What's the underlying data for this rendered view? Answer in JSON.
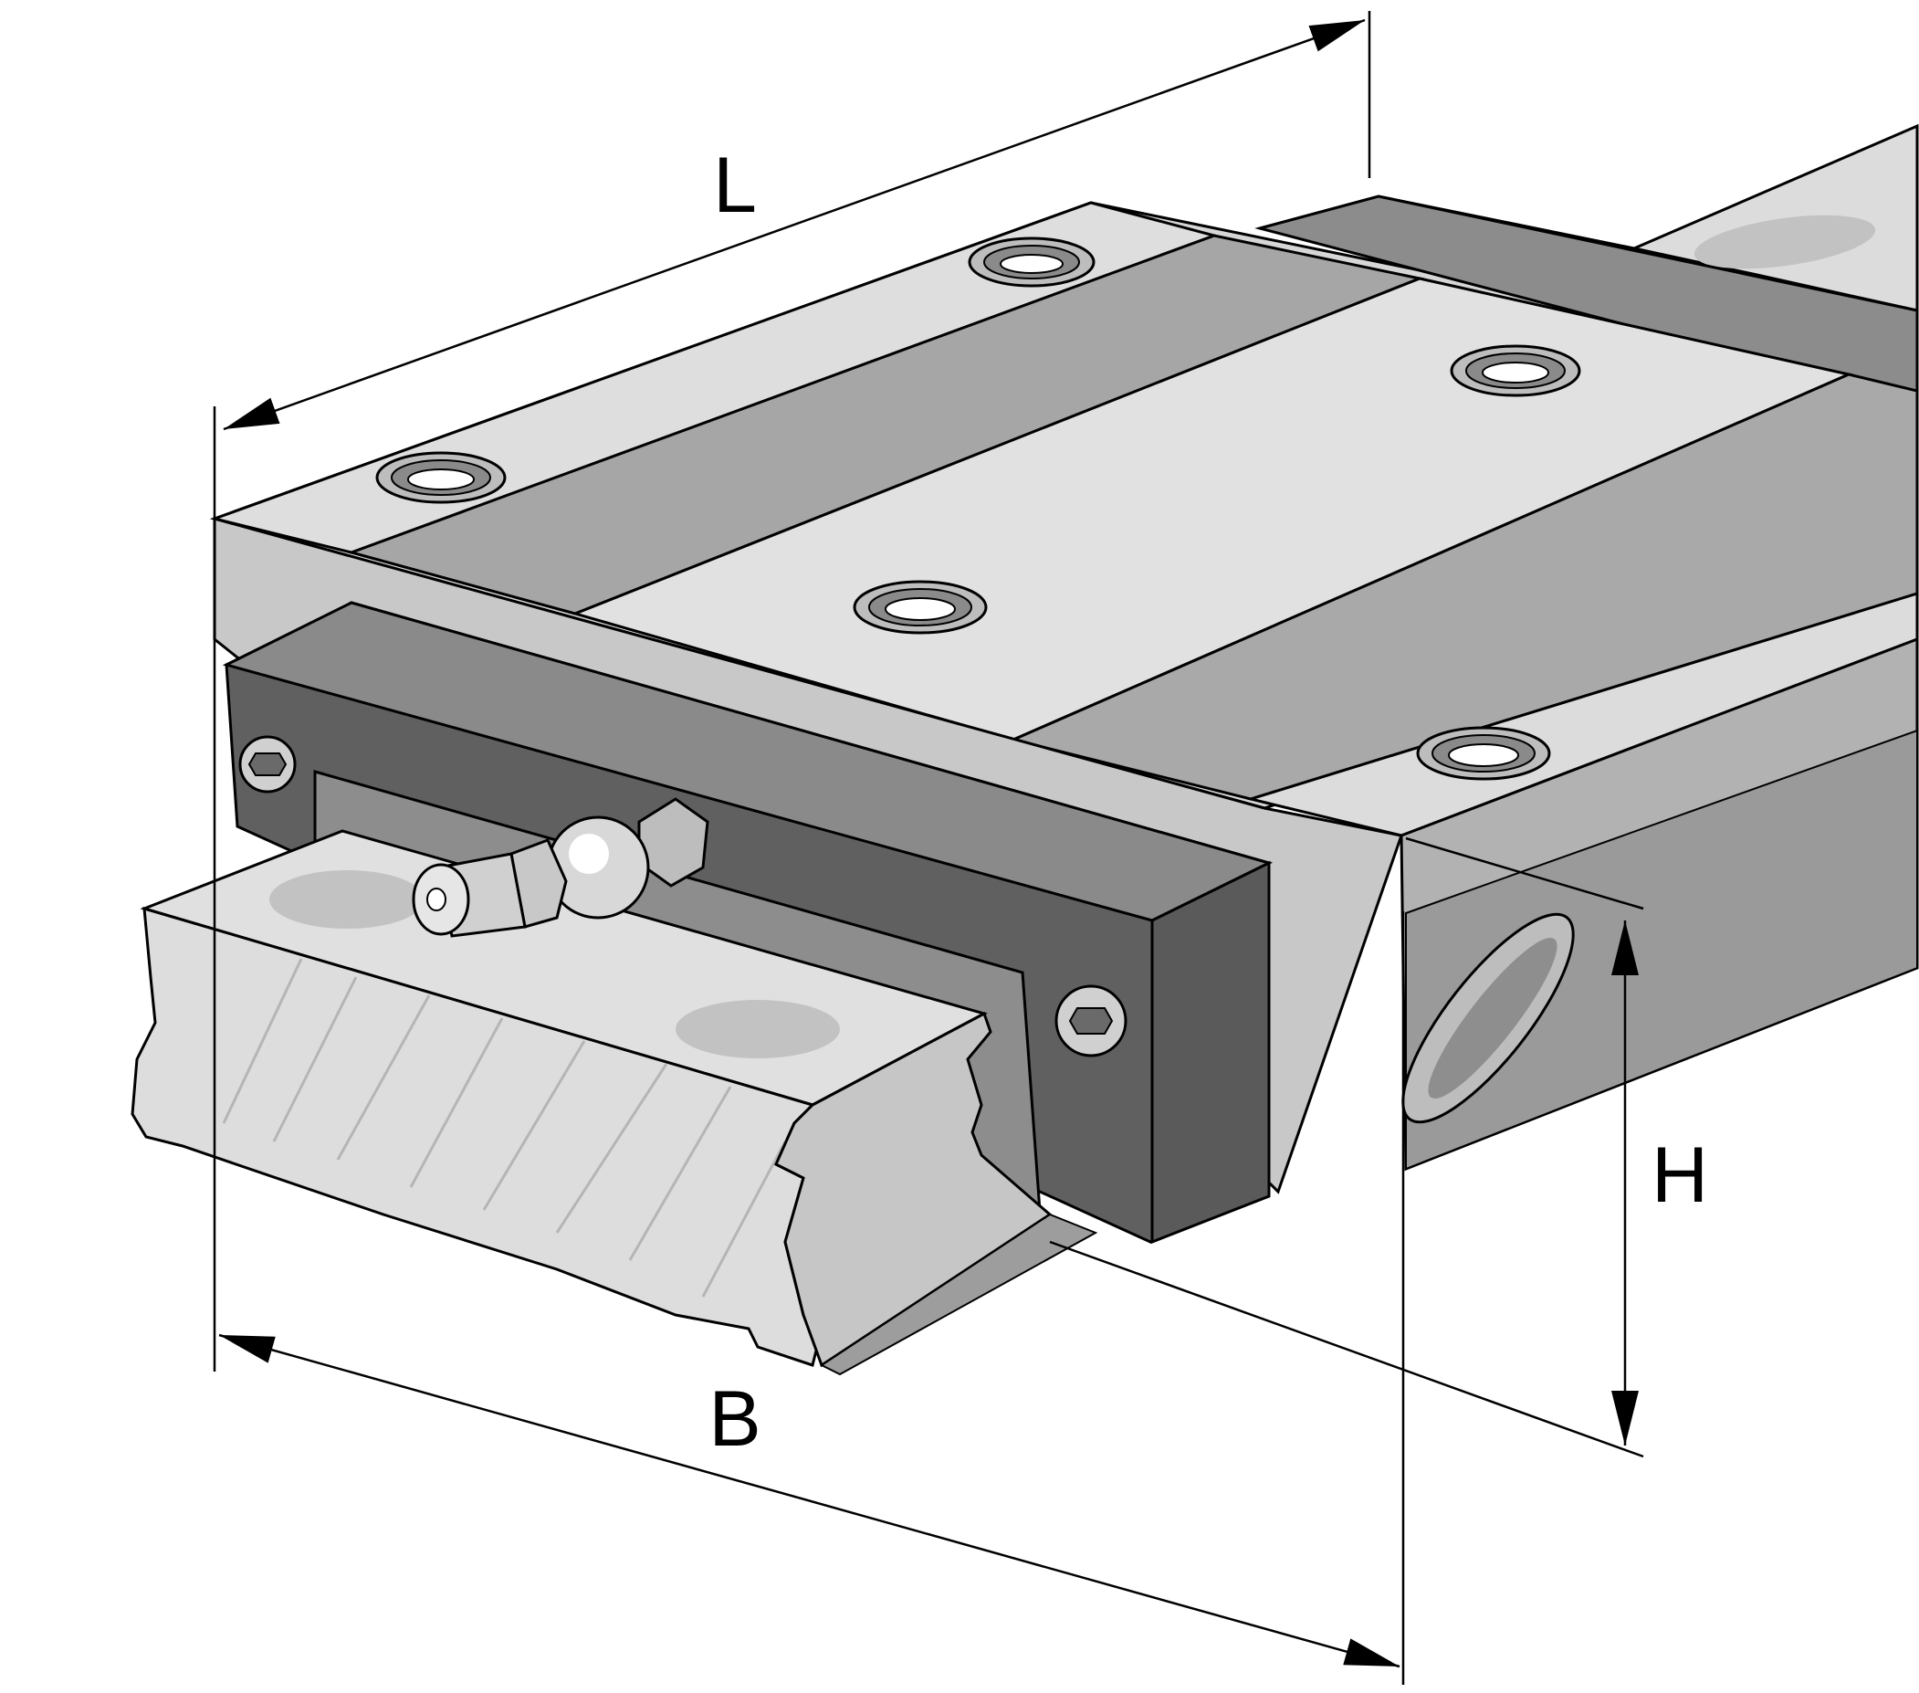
{
  "dimensions": {
    "length_label": "L",
    "width_label": "B",
    "height_label": "H"
  },
  "colors": {
    "outline": "#000000",
    "top_light": "#e2e2e2",
    "top_mid": "#a9a9a9",
    "side_dark": "#5e5e5e",
    "side_mid": "#8a8a8a",
    "rail_light": "#dcdcdc",
    "background": "#ffffff"
  }
}
